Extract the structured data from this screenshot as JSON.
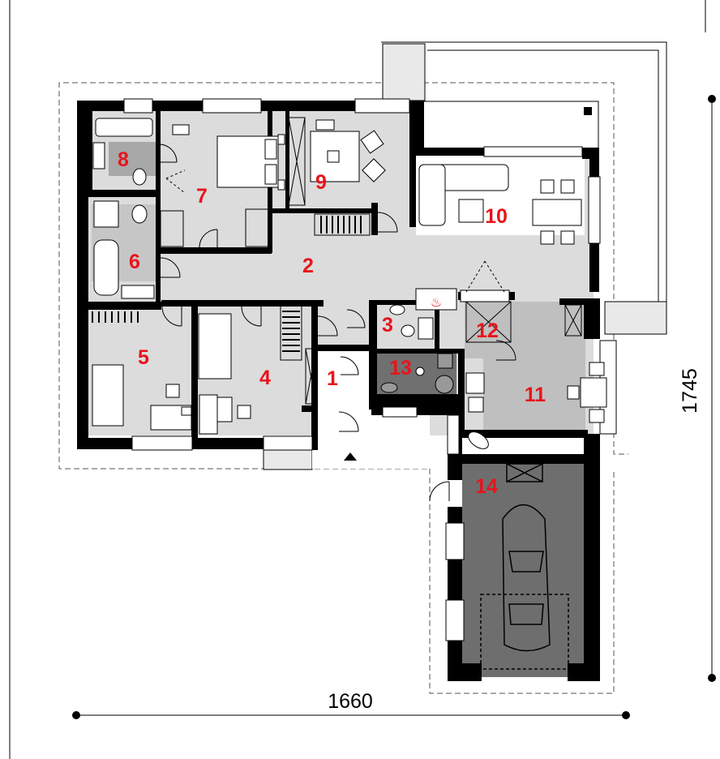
{
  "dimensions": {
    "width_label": "1660",
    "height_label": "1745"
  },
  "rooms": [
    "1",
    "2",
    "3",
    "4",
    "5",
    "6",
    "7",
    "8",
    "9",
    "10",
    "11",
    "12",
    "13",
    "14"
  ],
  "colors": {
    "wall": "#000000",
    "floor_light": "#dcdcdc",
    "floor_medium": "#bfbfbf",
    "floor_dark": "#6e6e6e",
    "room_label": "#e8141b"
  }
}
